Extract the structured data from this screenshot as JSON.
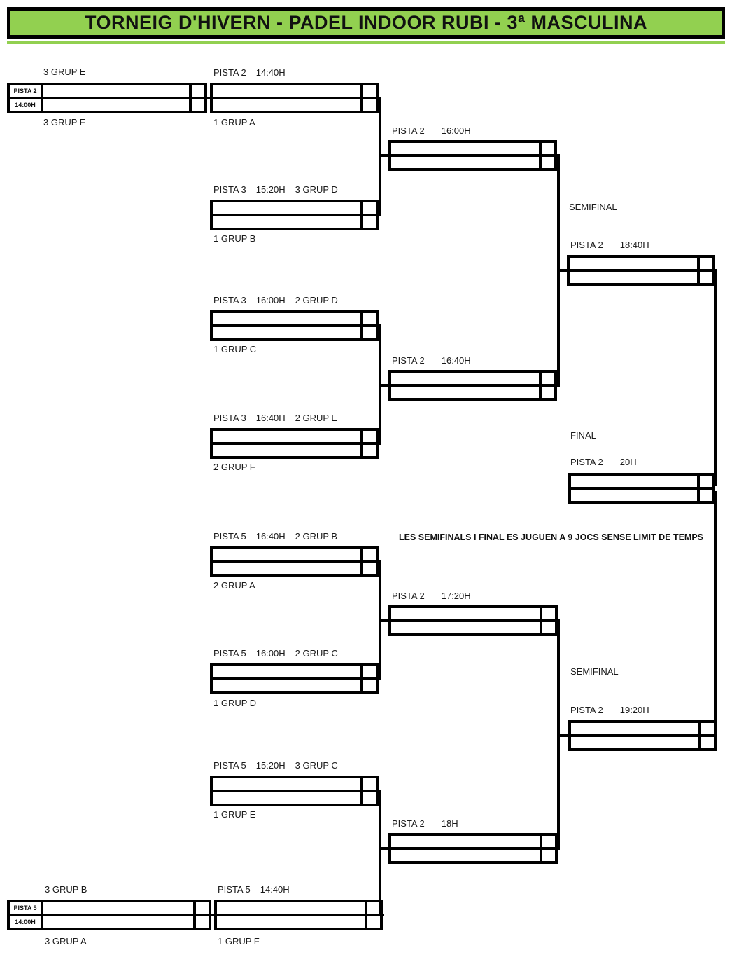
{
  "title": "TORNEIG D'HIVERN - PADEL INDOOR RUBI - 3ª MASCULINA",
  "note": "LES SEMIFINALS I FINAL ES JUGUEN A 9 JOCS SENSE LIMIT DE TEMPS",
  "labels": {
    "semifinal_top": "SEMIFINAL",
    "semifinal_bottom": "SEMIFINAL",
    "final": "FINAL"
  },
  "matches": {
    "preround_top": {
      "side_pista": "PISTA 2",
      "side_time": "14:00H",
      "top": "3 GRUP E",
      "bottom": "3 GRUP F"
    },
    "r1_a": {
      "pista": "PISTA 2",
      "time": "14:40H",
      "bottom": "1 GRUP A"
    },
    "r1_b": {
      "pista": "PISTA 3",
      "time": "15:20H",
      "seed": "3 GRUP D",
      "bottom": "1 GRUP B"
    },
    "qf1": {
      "pista": "PISTA 2",
      "time": "16:00H"
    },
    "r1_c": {
      "pista": "PISTA 3",
      "time": "16:00H",
      "seed": "2 GRUP D",
      "bottom": "1 GRUP C"
    },
    "r1_d": {
      "pista": "PISTA 3",
      "time": "16:40H",
      "seed": "2 GRUP E",
      "bottom": "2 GRUP F"
    },
    "qf2": {
      "pista": "PISTA 2",
      "time": "16:40H"
    },
    "sf1": {
      "pista": "PISTA 2",
      "time": "18:40H"
    },
    "final": {
      "pista": "PISTA 2",
      "time": "20H"
    },
    "r1_e": {
      "pista": "PISTA 5",
      "time": "16:40H",
      "seed": "2 GRUP B",
      "bottom": "2 GRUP A"
    },
    "r1_f": {
      "pista": "PISTA 5",
      "time": "16:00H",
      "seed": "2 GRUP C",
      "bottom": "1 GRUP D"
    },
    "qf3": {
      "pista": "PISTA 2",
      "time": "17:20H"
    },
    "r1_g": {
      "pista": "PISTA 5",
      "time": "15:20H",
      "seed": "3 GRUP C",
      "bottom": "1 GRUP E"
    },
    "qf4": {
      "pista": "PISTA 2",
      "time": "18H"
    },
    "sf2": {
      "pista": "PISTA 2",
      "time": "19:20H"
    },
    "r1_h": {
      "pista": "PISTA 5",
      "time": "14:40H",
      "bottom": "1 GRUP F"
    },
    "preround_bottom": {
      "side_pista": "PISTA 5",
      "side_time": "14:00H",
      "top": "3 GRUP B",
      "bottom": "3 GRUP A"
    }
  },
  "colors": {
    "accent_green": "#92D050",
    "line_black": "#000000",
    "background": "#FFFFFF"
  }
}
